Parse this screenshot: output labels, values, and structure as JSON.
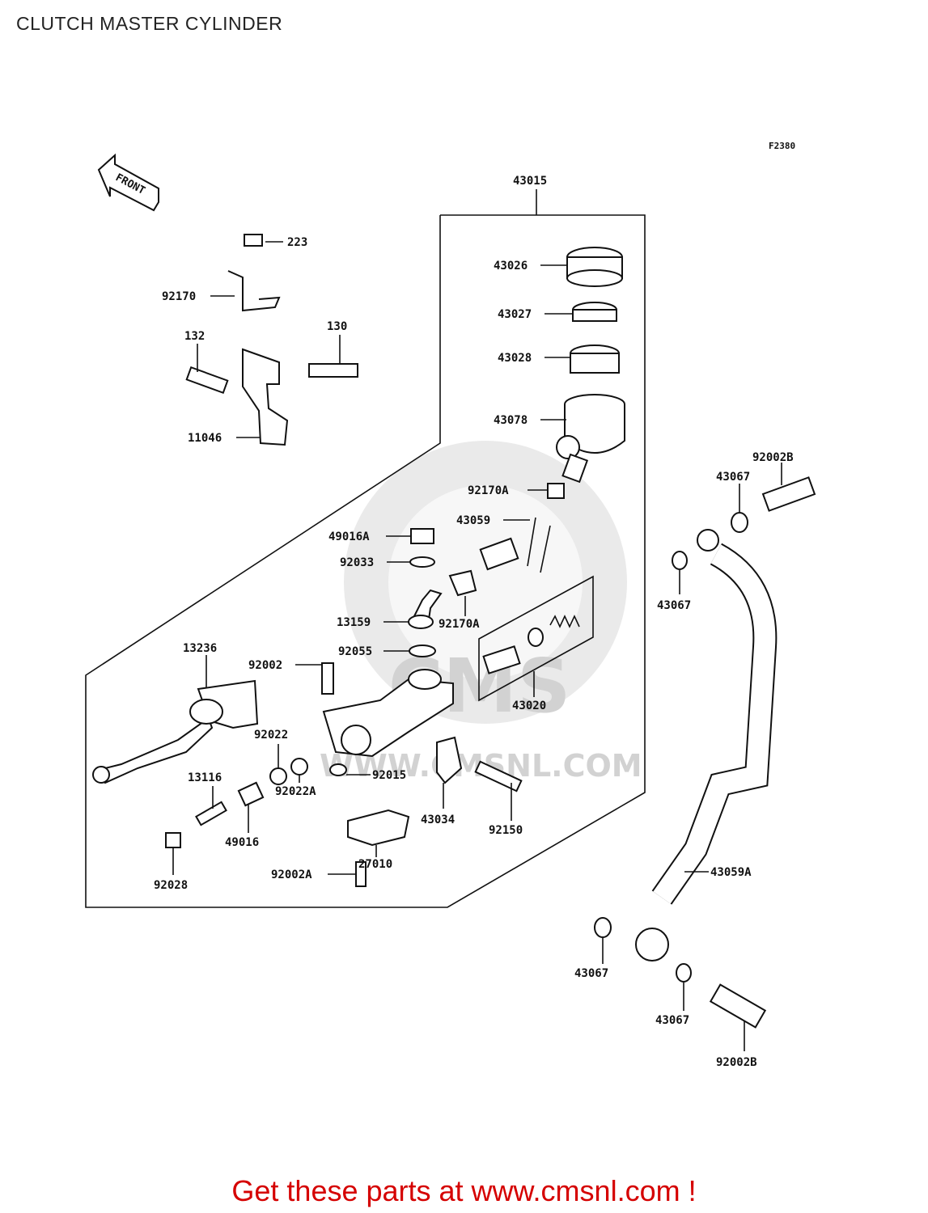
{
  "title": "CLUTCH MASTER CYLINDER",
  "figure_code": "F2380",
  "front_label": "FRONT",
  "watermark": {
    "brand": "CMS",
    "url": "WWW.CMSNL.COM"
  },
  "parts": [
    "43015",
    "223",
    "92170",
    "130",
    "132",
    "11046",
    "43026",
    "43027",
    "43028",
    "43078",
    "92002B",
    "43067",
    "92170A",
    "43059",
    "49016A",
    "92033",
    "43067",
    "13159",
    "92170A",
    "92055",
    "13236",
    "92002",
    "43020",
    "92022",
    "13116",
    "92015",
    "92022A",
    "43034",
    "49016",
    "27010",
    "92150",
    "92028",
    "92002A",
    "43059A",
    "43067",
    "43067",
    "92002B"
  ],
  "footer": "Get these parts at www.cmsnl.com !"
}
